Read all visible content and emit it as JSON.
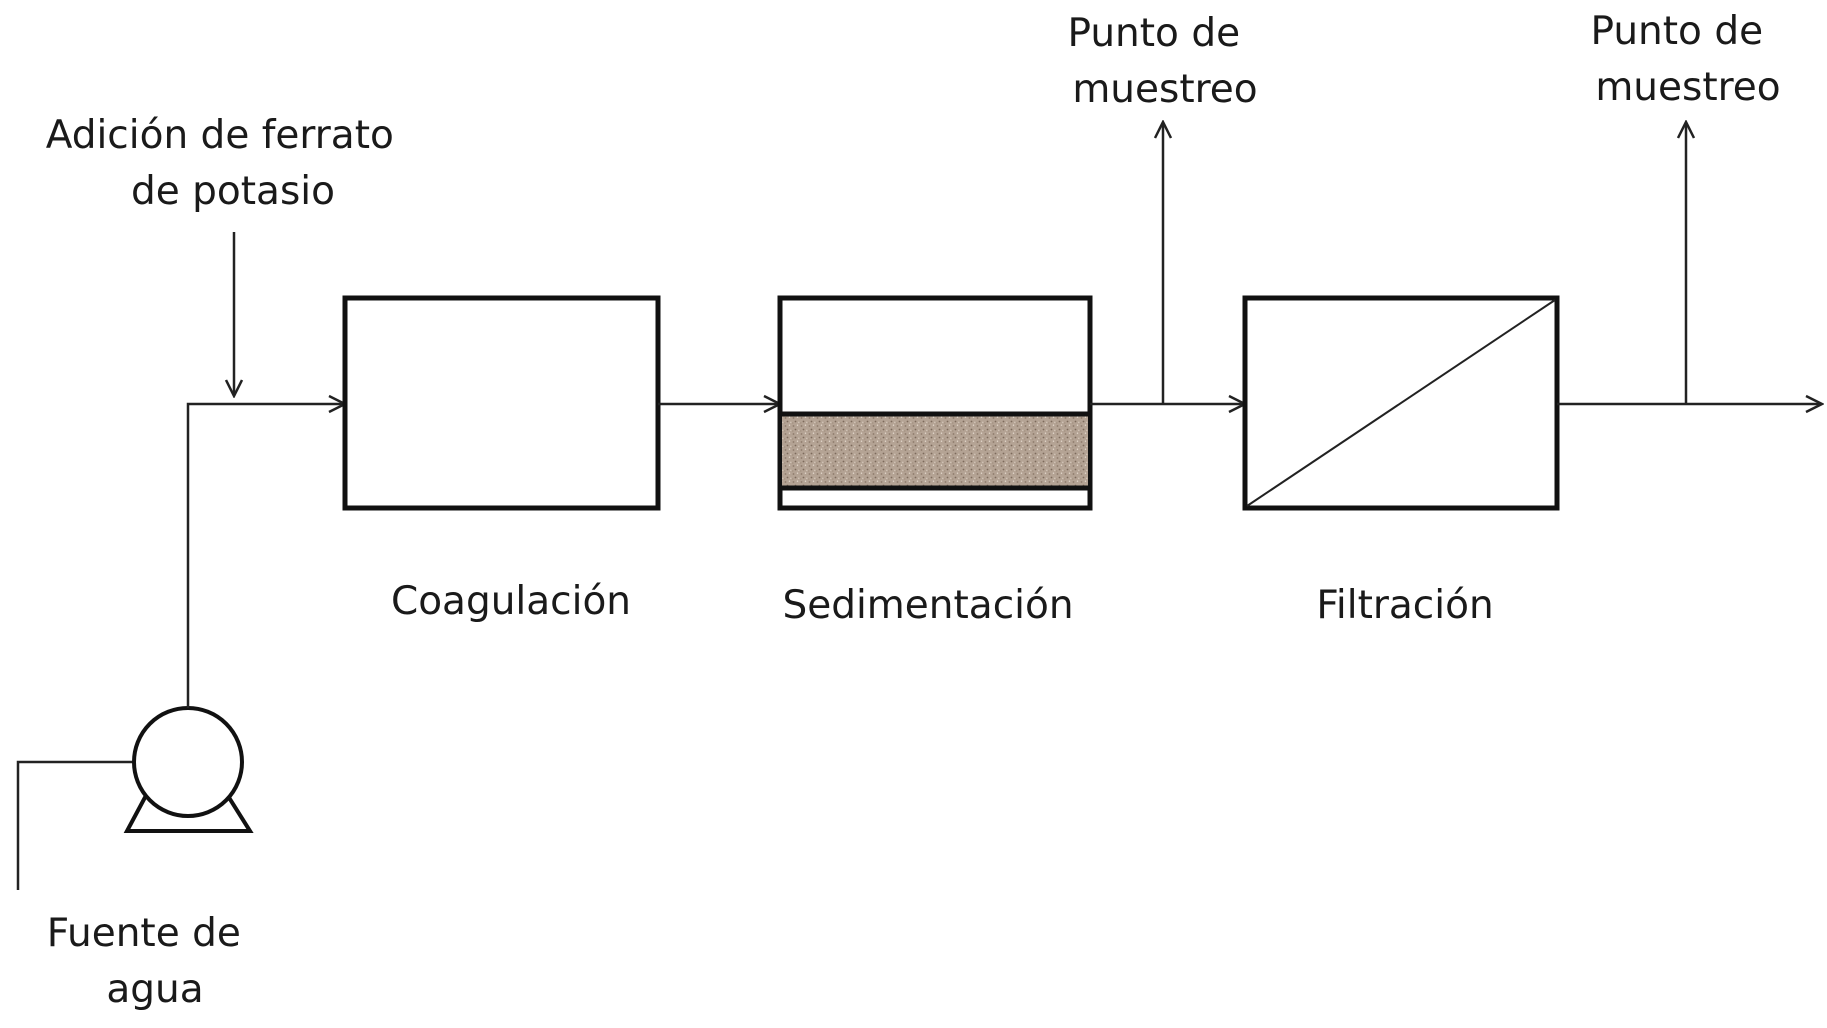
{
  "labels": {
    "additive": [
      "Adición de ferrato",
      "de potasio"
    ],
    "sampling_point_1": [
      "Punto de",
      "muestreo"
    ],
    "sampling_point_2": [
      "Punto de",
      "muestreo"
    ],
    "coagulation": "Coagulación",
    "sedimentation": "Sedimentación",
    "filtration": "Filtración",
    "water_source": [
      "Fuente de",
      "agua"
    ]
  },
  "colors": {
    "line": "#222222",
    "box_border": "#111111",
    "sediment": "#b4a394"
  },
  "icons": {
    "pump": "pump-icon"
  }
}
